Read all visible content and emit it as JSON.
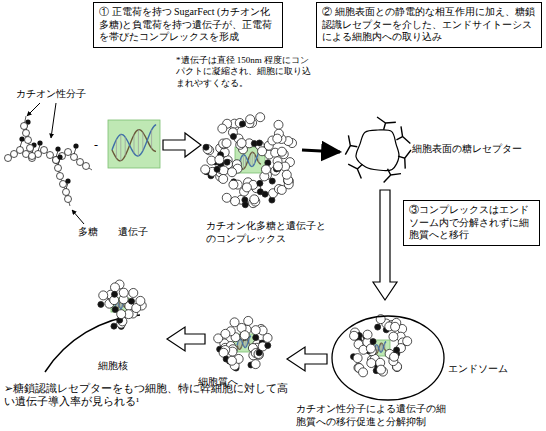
{
  "diagram": {
    "nodes": [
      {
        "text": [
          "① 正電荷を持つ SugarFect (カチオン化多糖)と負電荷を持つ遺伝子が、正電荷を帯びたコンプレックスを形成"
        ]
      },
      {
        "text": [
          "② 細胞表面との静電的な相互作用に加え、糖鎖認識レセプターを介した、エンドサイトーシスによる細胞内への取り込み"
        ]
      },
      {
        "text": [
          "③コンプレックスはエンドソーム内で分解されずに細胞質へと移行"
        ]
      },
      {
        "text": [
          "エンドソーム"
        ]
      }
    ],
    "labels": [
      "カチオン性分子",
      "-",
      "多糖",
      "遺伝子",
      "*遺伝子は直径 150nm 程度にコンパクトに凝縮され、細胞に取り込まれやすくなる。",
      "カチオン化多糖と遺伝子とのコンプレックス",
      "細胞表面の糖レセプター",
      "カチオン性分子による遺伝子の細胞質への移行促進と分解抑制",
      "細胞質へ",
      "細胞核",
      "➢糖鎖認識レセプターをもつ細胞、特に幹細胞に対して高い遺伝子導入率が見られる¹"
    ]
  }
}
